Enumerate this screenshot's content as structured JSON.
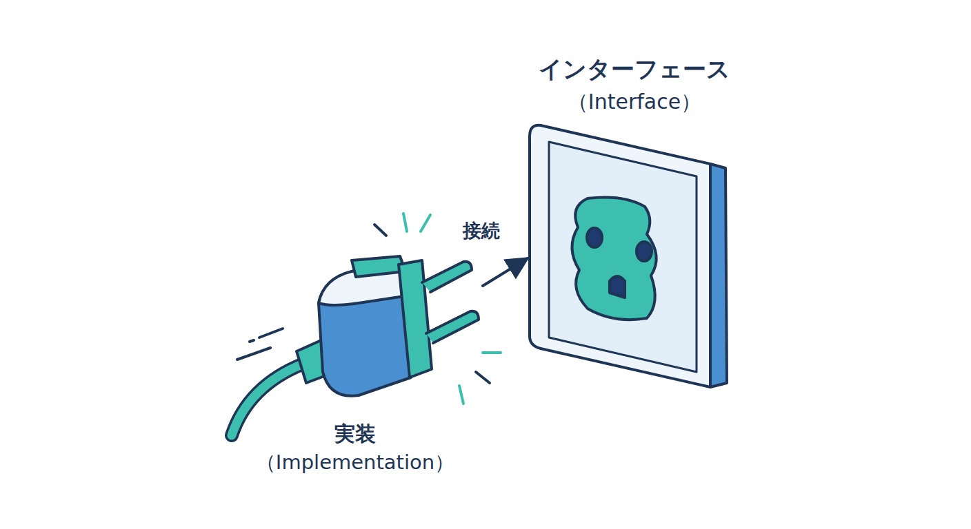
{
  "diagram": {
    "nodes": [
      {
        "text": [
          "実装",
          "（Implementation）"
        ]
      },
      {
        "text": [
          "インターフェース",
          "（Interface）"
        ]
      }
    ],
    "edges": [
      {
        "from": 0,
        "to": 1,
        "arrow": "to",
        "label": "接続"
      }
    ]
  }
}
